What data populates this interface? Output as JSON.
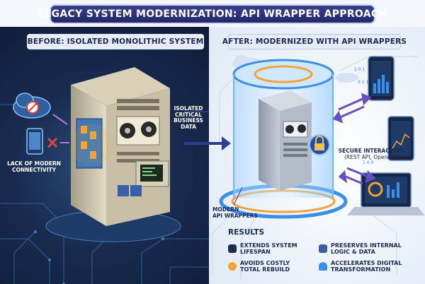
{
  "title": "LEGACY SYSTEM MODERNIZATION: API WRAPPER APPROACH",
  "left": {
    "header": "BEFORE: ISOLATED MONOLITHIC SYSTEM",
    "isolated_label_lines": [
      "ISOLATED",
      "CRITICAL",
      "BUSINESS",
      "DATA"
    ],
    "connectivity_label_lines": [
      "LACK OF MODERN",
      "CONNECTIVITY"
    ]
  },
  "right": {
    "header": "AFTER: MODERNIZED WITH API WRAPPERS",
    "secure_label_lines": [
      "SECURE INTERACTION",
      "(REST API, OpenAPI)"
    ],
    "wrapper_label_lines": [
      "MODERN",
      "API WRAPPERS"
    ]
  },
  "results": {
    "title": "RESULTS",
    "items": [
      {
        "lines": [
          "EXTENDS SYSTEM",
          "LIFESPAN"
        ],
        "icon": "check-icon"
      },
      {
        "lines": [
          "AVOIDS COSTLY",
          "TOTAL REBUILD"
        ],
        "icon": "coin-icon"
      },
      {
        "lines": [
          "PRESERVES INTERNAL",
          "LOGIC & DATA"
        ],
        "icon": "database-icon"
      },
      {
        "lines": [
          "ACCELERATES DIGITAL",
          "TRANSFORMATION"
        ],
        "icon": "rocket-icon"
      }
    ]
  },
  "colors": {
    "left_bg": "#182b4f",
    "right_bg": "#eef3fa",
    "title_bg": "#2a2f78",
    "accent_blue": "#3a8fe8",
    "accent_orange": "#f2a43a"
  }
}
